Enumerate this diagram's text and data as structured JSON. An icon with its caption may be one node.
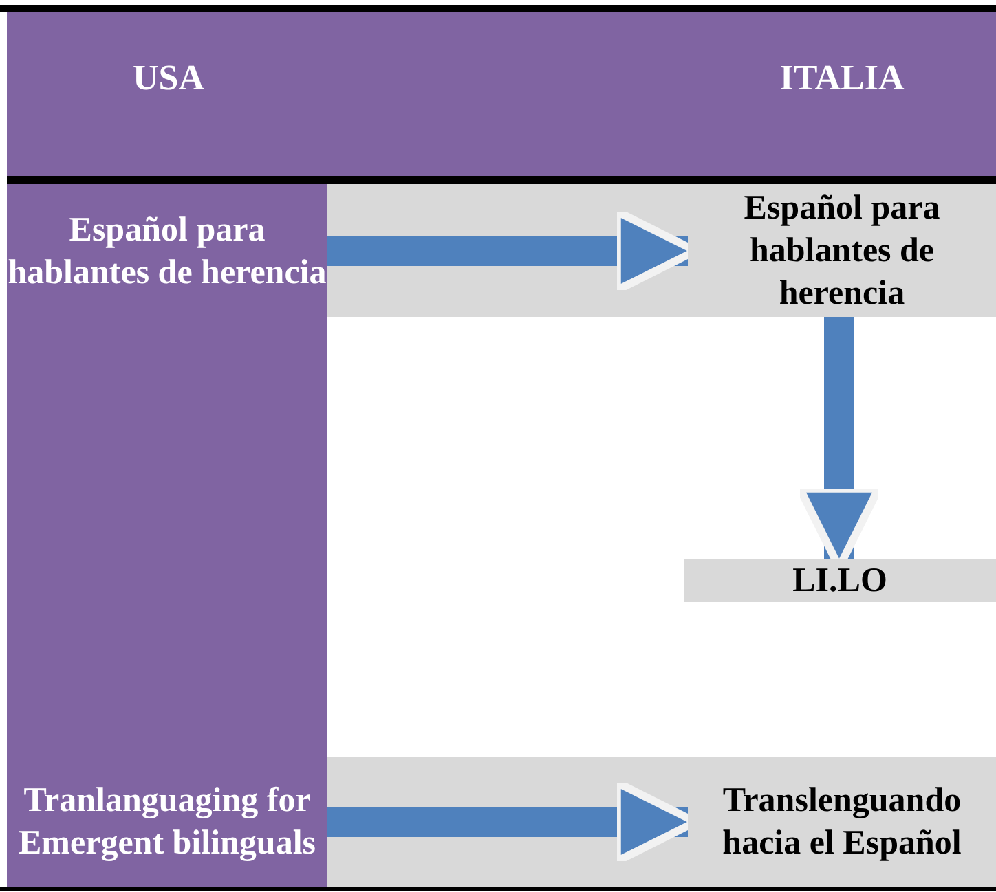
{
  "diagram": {
    "nodes": [
      {
        "text": [
          "Español para hablantes de herencia"
        ]
      },
      {
        "text": [
          "Español para hablantes de herencia"
        ]
      },
      {
        "text": [
          "LI.LO"
        ]
      },
      {
        "text": [
          "Tranlanguaging for Emergent bilinguals"
        ]
      },
      {
        "text": [
          "Translenguando hacia el Español"
        ]
      }
    ],
    "edges": [
      {
        "from": 0,
        "to": 1,
        "arrow": "to"
      },
      {
        "from": 1,
        "to": 2,
        "arrow": "to"
      },
      {
        "from": 3,
        "to": 4,
        "arrow": "to"
      }
    ],
    "labels": [
      "USA",
      "ITALIA"
    ]
  }
}
